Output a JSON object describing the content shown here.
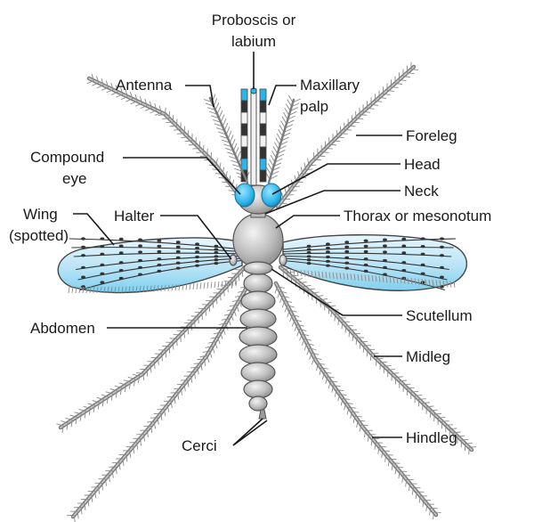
{
  "diagram": {
    "labels": {
      "proboscis_line1": "Proboscis or",
      "proboscis_line2": "labium",
      "antenna": "Antenna",
      "maxillary_line1": "Maxillary",
      "maxillary_line2": "palp",
      "foreleg": "Foreleg",
      "compound_line1": "Compound",
      "compound_line2": "eye",
      "head": "Head",
      "neck": "Neck",
      "wing_line1": "Wing",
      "wing_line2": "(spotted)",
      "halter": "Halter",
      "thorax": "Thorax or mesonotum",
      "abdomen": "Abdomen",
      "scutellum": "Scutellum",
      "midleg": "Midleg",
      "cerci": "Cerci",
      "hindleg": "Hindleg"
    },
    "colors": {
      "eye": "#2bb4ea",
      "wing_light": "#e8f6fd",
      "wing_dark": "#7fd0ef",
      "body_light": "#f0f0f0",
      "body_dark": "#8c8c8c",
      "palp_band_blue": "#2bb4ea",
      "palp_band_dark": "#333333"
    }
  }
}
